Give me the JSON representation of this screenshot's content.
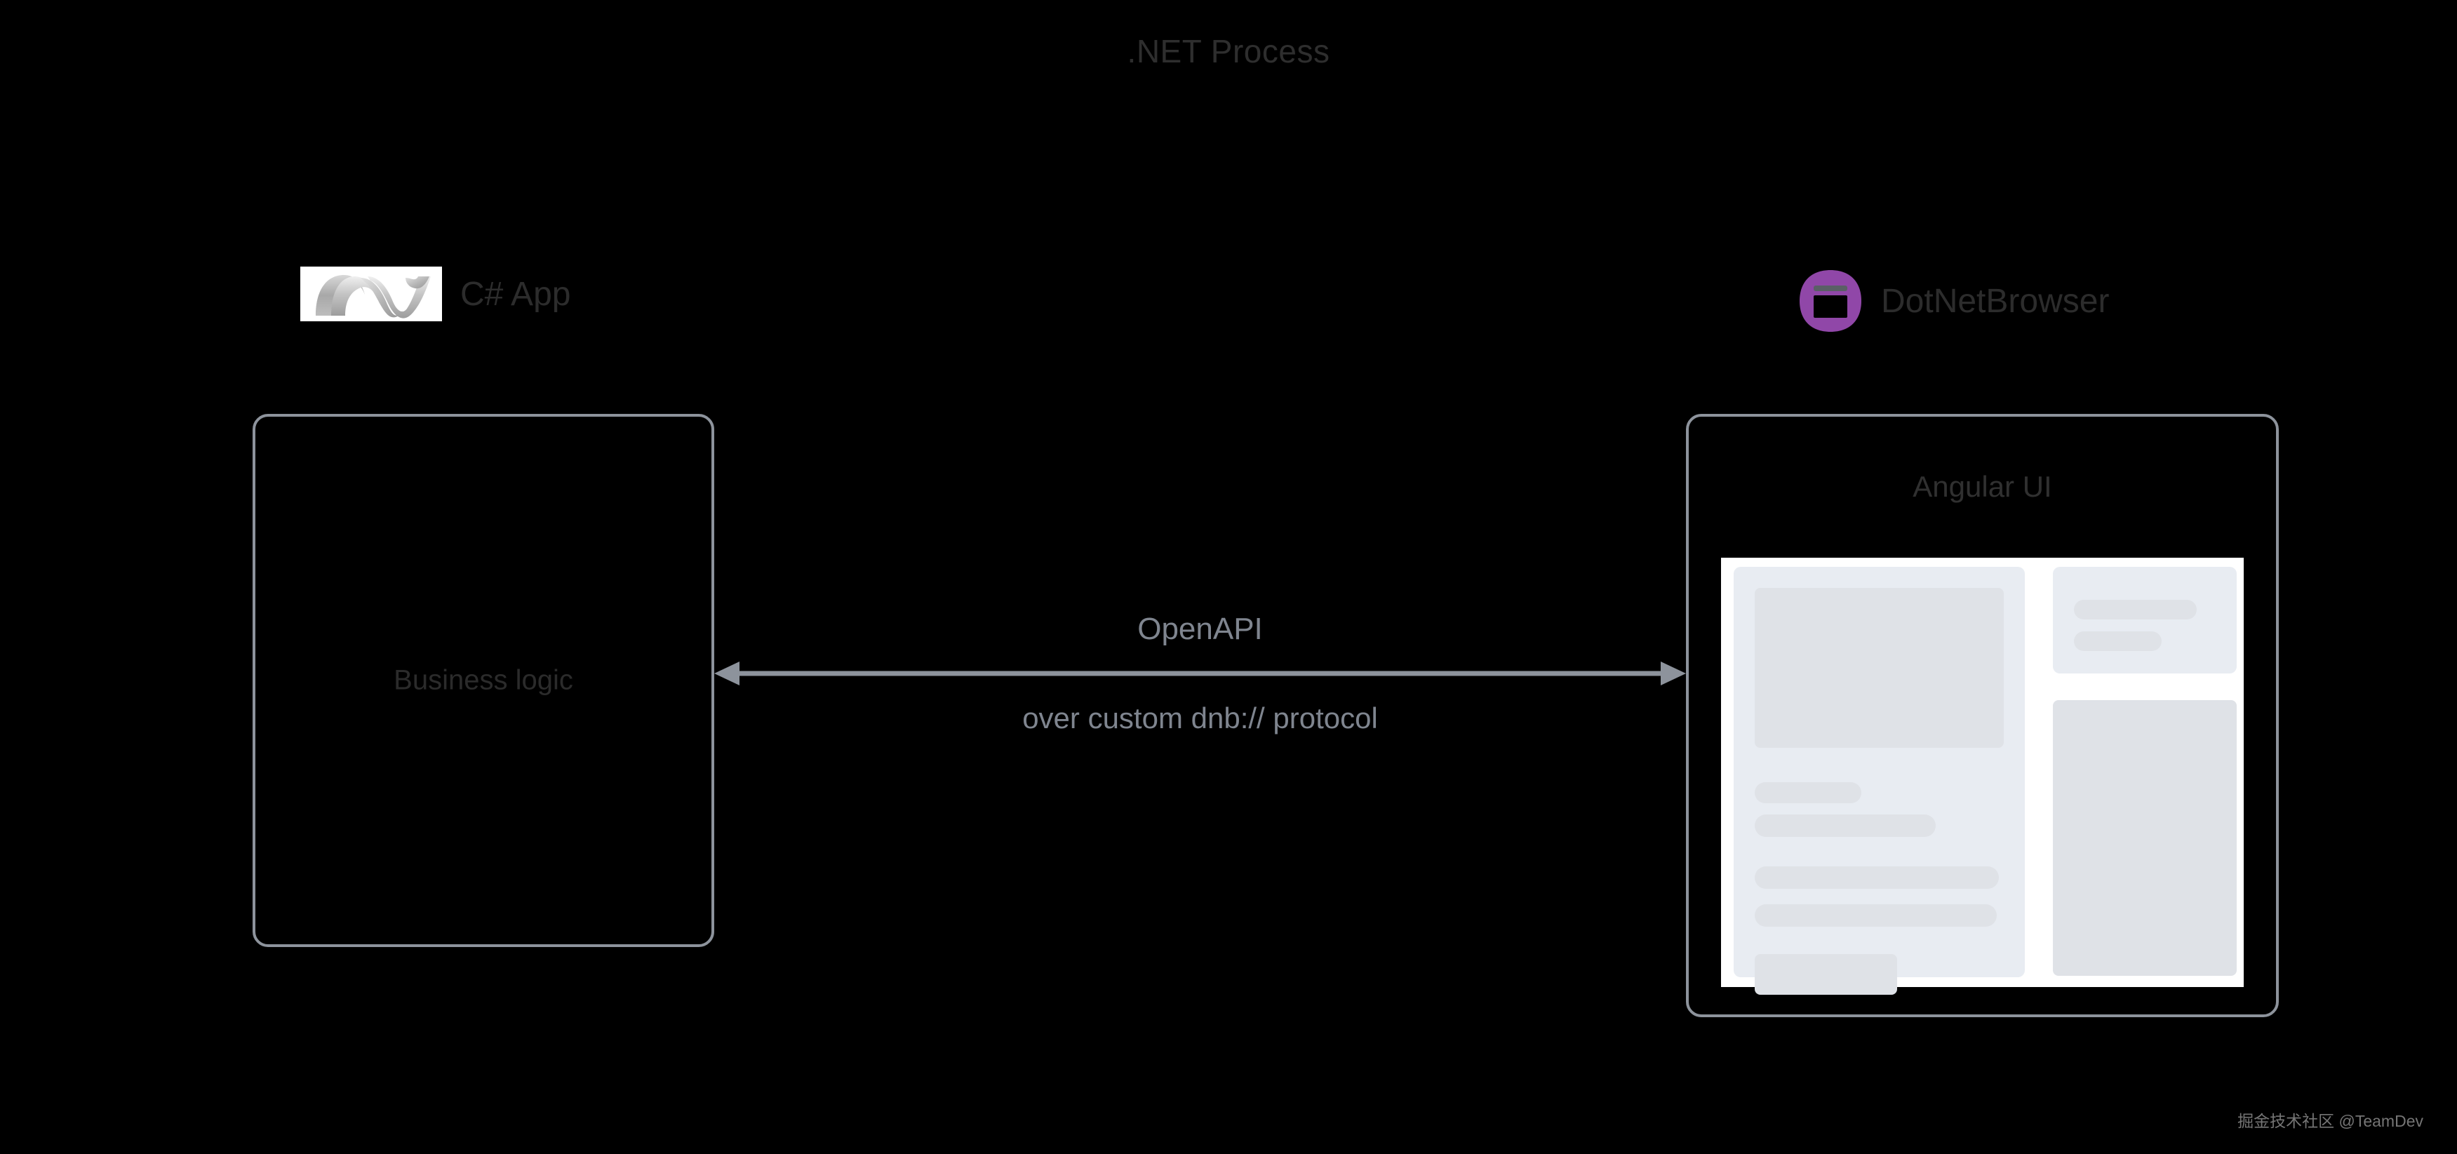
{
  "diagram": {
    "title": ".NET Process",
    "background_color": "#000000",
    "border_color": "#8d939c"
  },
  "left_node": {
    "logo_icon": "dotnet-ribbon-icon",
    "header": "C# App",
    "panel_label": "Business logic"
  },
  "right_node": {
    "logo_icon": "dotnetbrowser-circle-icon",
    "logo_color": "#9047a8",
    "header": "DotNetBrowser",
    "panel_label": "Angular UI",
    "wireframe": {
      "name": "angular-ui-wireframe",
      "card_color": "#e8ecf2",
      "block_color": "#dfe2e7",
      "background": "#ffffff"
    }
  },
  "connector": {
    "icon": "double-headed-arrow-icon",
    "color": "#8d939c",
    "primary_label": "OpenAPI",
    "secondary_label": "over custom dnb:// protocol"
  },
  "watermark": {
    "text": "掘金技术社区 @TeamDev"
  }
}
